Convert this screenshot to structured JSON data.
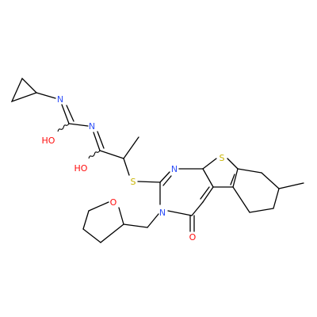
{
  "molecule": {
    "atoms": {
      "n1": "N",
      "n2": "N",
      "oh1": "HO",
      "oh2": "HO",
      "s1": "S",
      "n3": "N",
      "s2": "S",
      "n4": "N",
      "o1": "O",
      "o2": "O"
    }
  },
  "colors": {
    "bond": "#000000",
    "N": "#3050F8",
    "O": "#FF0D0D",
    "S": "#C8B400"
  }
}
